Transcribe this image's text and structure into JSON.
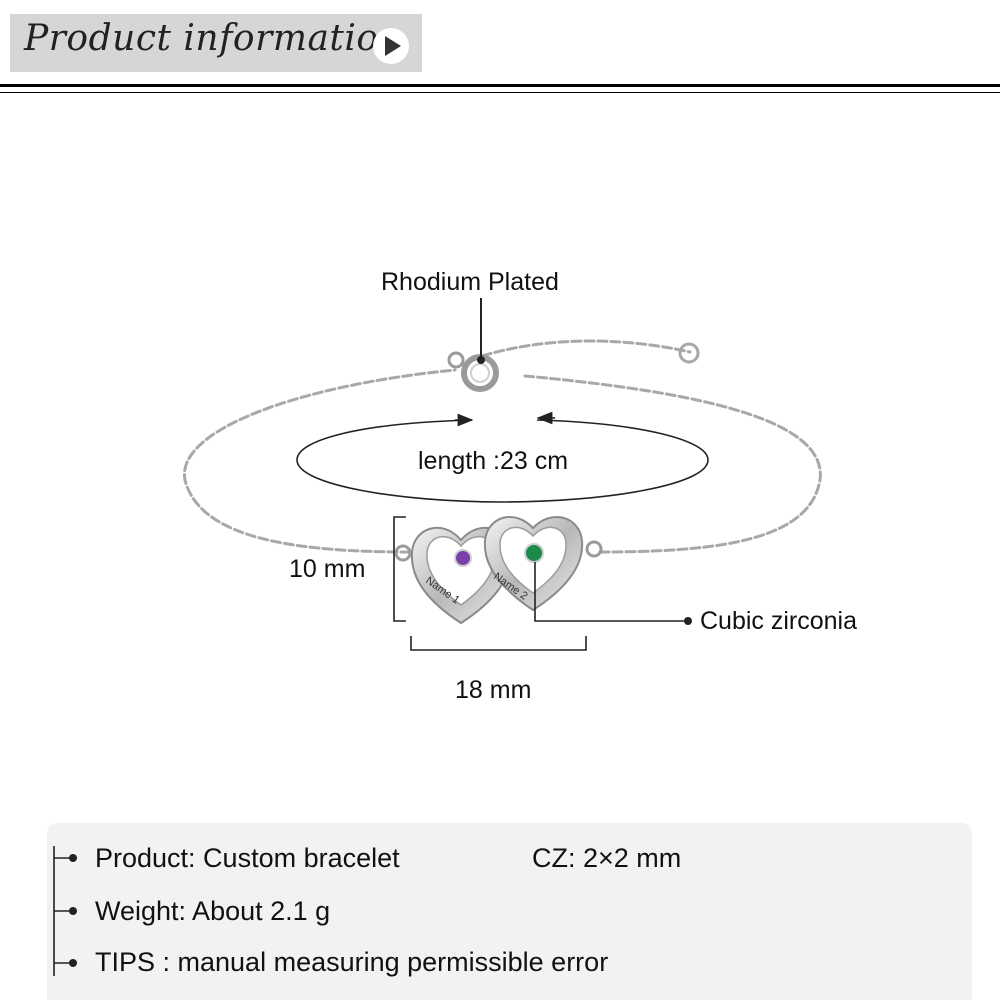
{
  "header": {
    "title": "Product information",
    "arrow_icon": "play-arrow-icon",
    "box_color": "#d6d6d6"
  },
  "diagram": {
    "plating_label": "Rhodium Plated",
    "length_label": "length :23 cm",
    "height_label": "10 mm",
    "width_label": "18 mm",
    "stone_label": "Cubic zirconia",
    "engraving_left": "Name 1",
    "engraving_right": "Name 2",
    "stone_colors": {
      "left": "#7a3fa8",
      "right": "#1d8a4a"
    }
  },
  "specs": {
    "product": "Product: Custom bracelet",
    "cz": "CZ: 2×2 mm",
    "weight": "Weight: About 2.1 g",
    "tips": "TIPS : manual measuring permissible error"
  }
}
